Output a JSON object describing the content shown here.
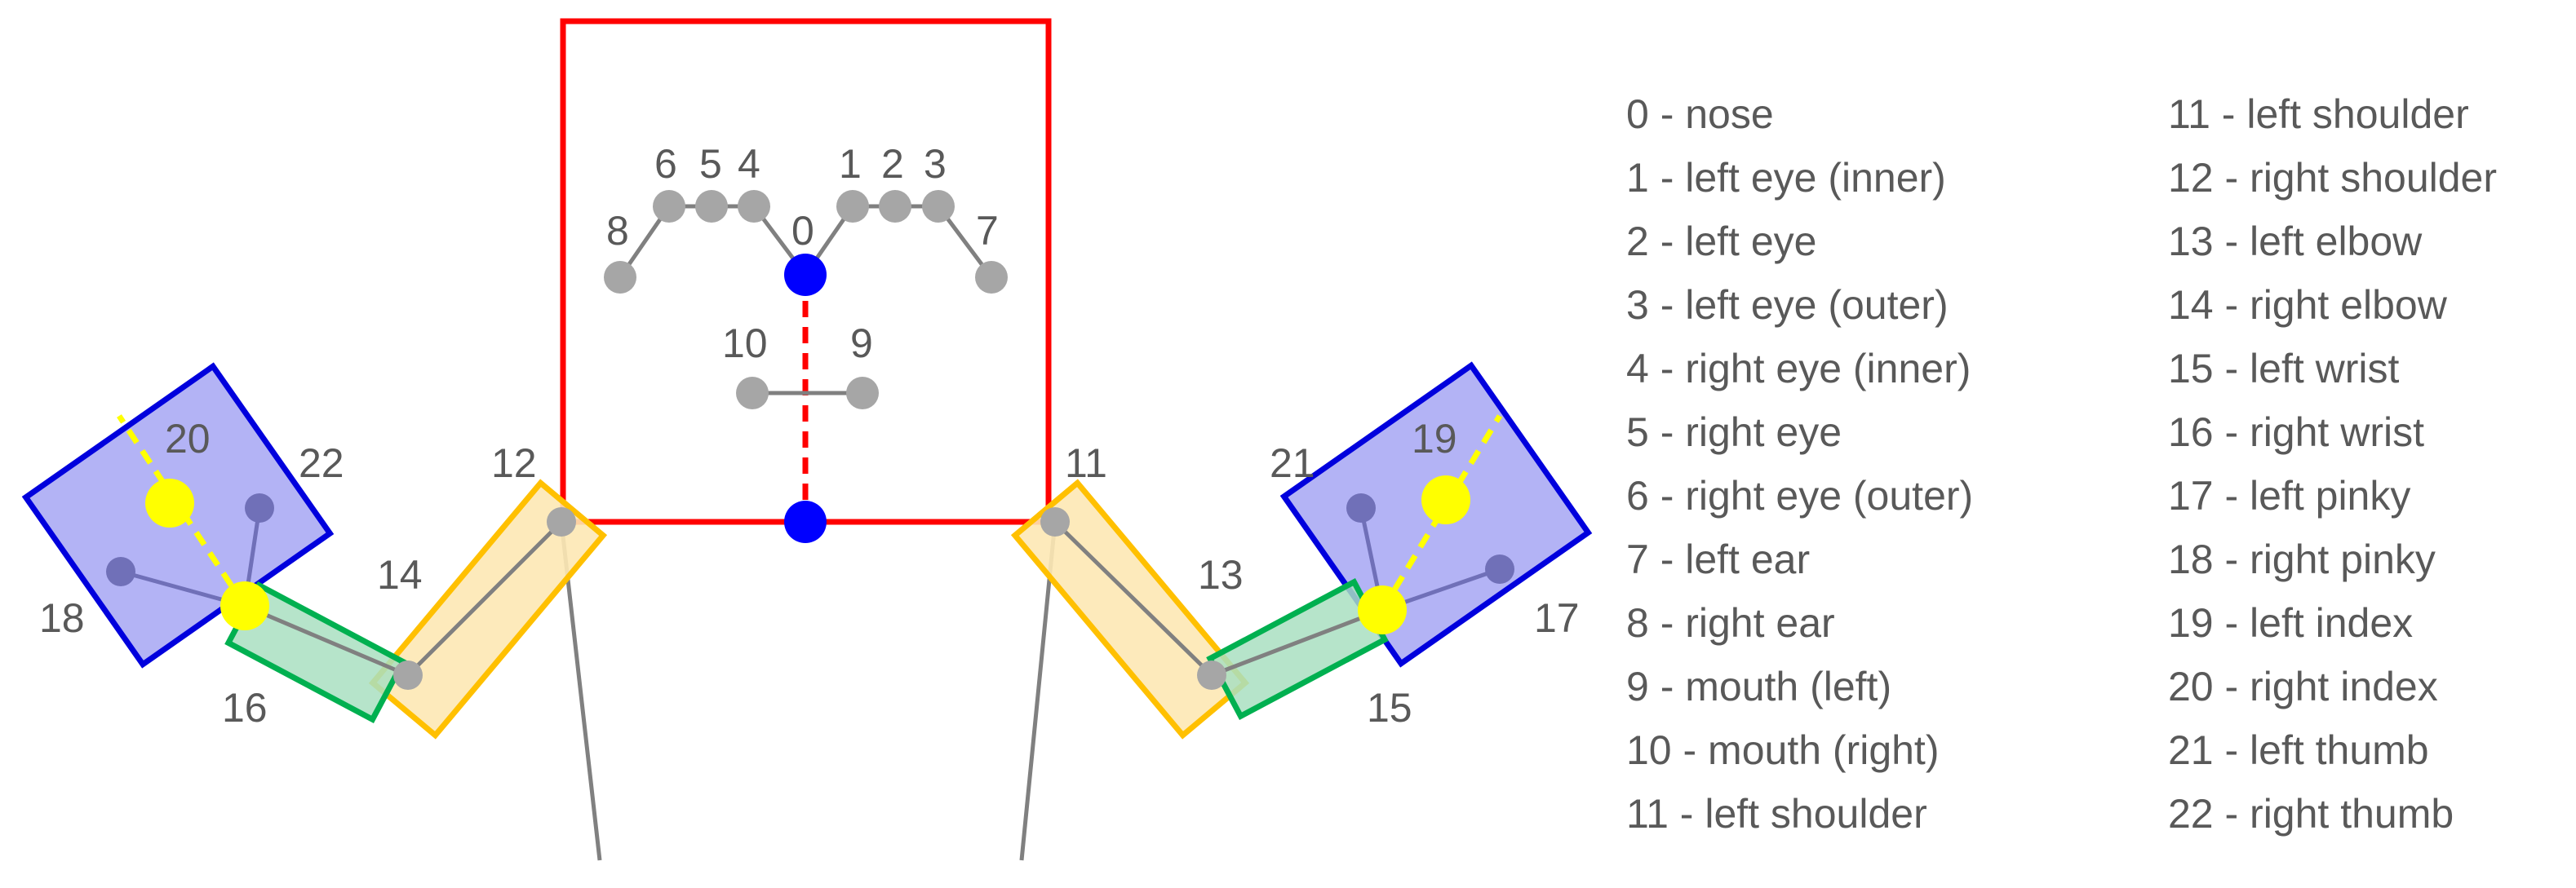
{
  "landmarks": {
    "n0": "0",
    "n1": "1",
    "n2": "2",
    "n3": "3",
    "n4": "4",
    "n5": "5",
    "n6": "6",
    "n7": "7",
    "n8": "8",
    "n9": "9",
    "n10": "10",
    "n11": "11",
    "n12": "12",
    "n13": "13",
    "n14": "14",
    "n15": "15",
    "n16": "16",
    "n17": "17",
    "n18": "18",
    "n19": "19",
    "n20": "20",
    "n21": "21",
    "n22": "22"
  },
  "legend": {
    "col1": [
      "0 - nose",
      "1 - left eye (inner)",
      "2 - left eye",
      "3 - left eye (outer)",
      "4 - right eye (inner)",
      "5 - right eye",
      "6 - right eye (outer)",
      "7 - left ear",
      "8 - right ear",
      "9 - mouth (left)",
      "10 - mouth (right)",
      "11 - left shoulder"
    ],
    "col2": [
      "11 - left shoulder",
      "12 - right shoulder",
      "13 - left elbow",
      "14 - right elbow",
      "15 - left wrist",
      "16 - right wrist",
      "17 - left pinky",
      "18 - right pinky",
      "19 - left index",
      "20 - right index",
      "21 - left thumb",
      "22 - right thumb"
    ]
  },
  "colors": {
    "head_box": "#ff0000",
    "upper_arm_box": "#ffc000",
    "forearm_box": "#00b050",
    "hand_box": "#0000dd",
    "keypoint_center": "#0000ff",
    "keypoint_hand_center": "#ffff00",
    "keypoint": "#a6a6a6",
    "keypoint_hand": "#7070b8",
    "skeleton_line": "#808080",
    "text": "#595959"
  }
}
